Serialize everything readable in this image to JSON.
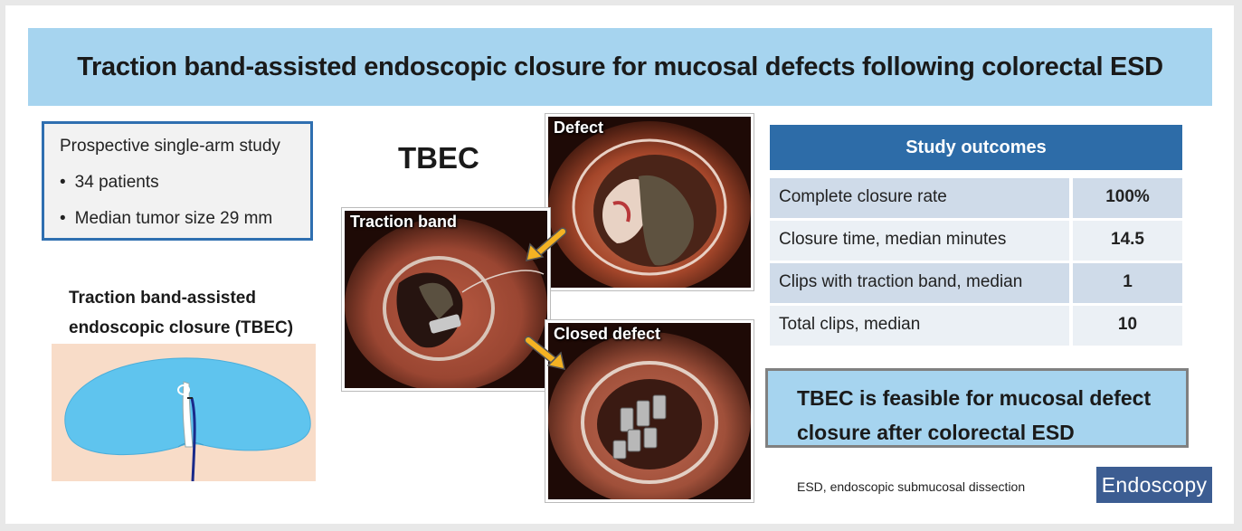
{
  "title": "Traction band-assisted endoscopic closure for mucosal defects following colorectal ESD",
  "study": {
    "design": "Prospective single-arm study",
    "bullets": [
      "34 patients",
      "Median tumor size 29 mm"
    ]
  },
  "diagram_caption": "Traction band-assisted endoscopic closure (TBEC)",
  "tbec_label": "TBEC",
  "images": {
    "defect": "Defect",
    "traction_band": "Traction band",
    "closed_defect": "Closed defect"
  },
  "outcomes": {
    "header": "Study outcomes",
    "rows": [
      {
        "label": "Complete closure rate",
        "value": "100%"
      },
      {
        "label": "Closure time, median minutes",
        "value": "14.5"
      },
      {
        "label": "Clips with traction band, median",
        "value": "1"
      },
      {
        "label": "Total clips, median",
        "value": "10"
      }
    ]
  },
  "conclusion": "TBEC is feasible for mucosal defect closure after colorectal ESD",
  "footnote": "ESD, endoscopic submucosal dissection",
  "journal": "Endoscopy",
  "colors": {
    "banner": "#a6d4ef",
    "header_blue": "#2d6ca8",
    "box_border": "#2f6fb0",
    "arrow": "#f4b223"
  }
}
